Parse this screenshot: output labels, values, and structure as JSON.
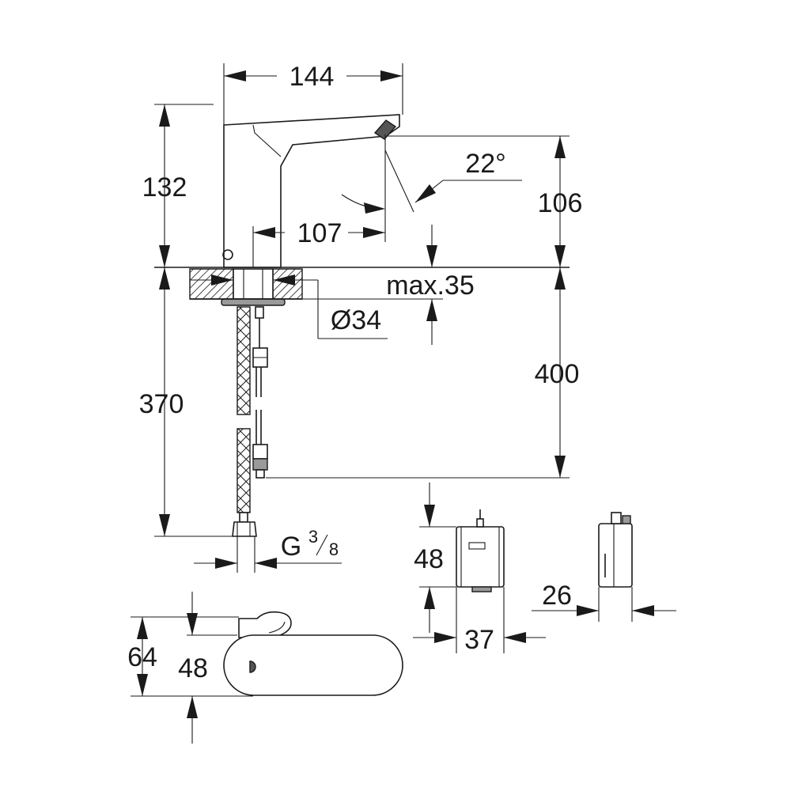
{
  "dimensions": {
    "spout_width": "144",
    "overall_height": "132",
    "spout_projection": "107",
    "spray_angle": "22°",
    "spout_height": "106",
    "deck_thickness": "max.35",
    "hole_diameter": "Ø34",
    "hose_length_total": "400",
    "hose_length_to_connector": "370",
    "thread_prefix": "G",
    "thread_num": "3",
    "thread_den": "8",
    "box_height": "48",
    "box_width": "37",
    "box_depth": "26",
    "top_width": "64",
    "top_depth": "48"
  }
}
